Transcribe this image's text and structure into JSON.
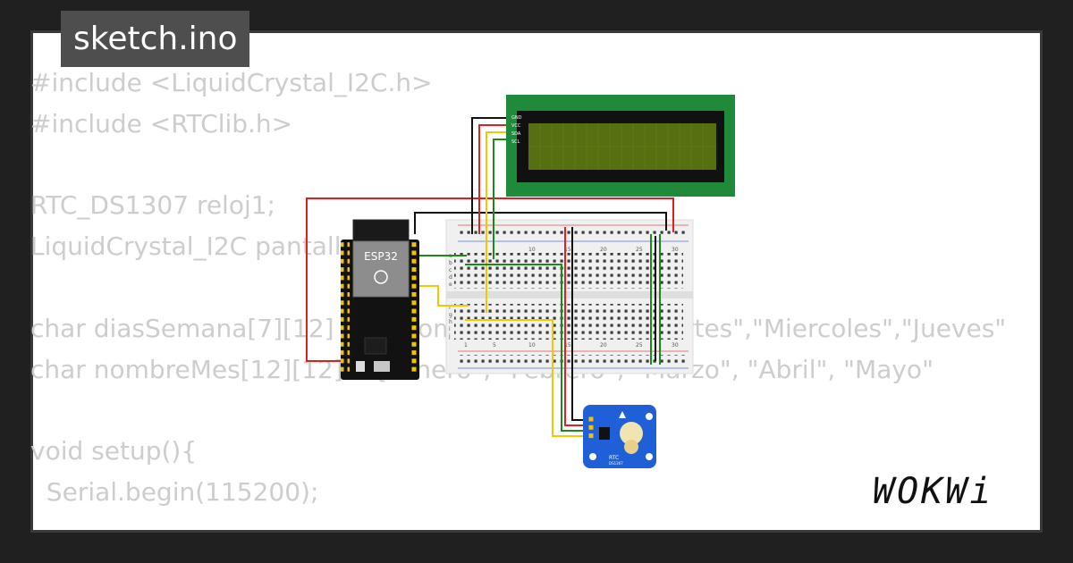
{
  "file_tab": {
    "label": "sketch.ino"
  },
  "code_lines": [
    "#include <LiquidCrystal_I2C.h>",
    "#include <RTClib.h>",
    "",
    "RTC_DS1307 reloj1;",
    "LiquidCrystal_I2C pantalla(0",
    "",
    "char diasSemana[7][12] = {\"Domingo\",\"Lunes\",\"Martes\",\"Miercoles\",\"Jueves\"",
    "char nombreMes[12][12]= {\"Enero\", \"Febrero\", \"Marzo\", \"Abril\", \"Mayo\"",
    "",
    "void setup(){",
    "  Serial.begin(115200);"
  ],
  "esp32": {
    "label": "ESP32"
  },
  "lcd": {
    "pins": [
      "GND",
      "VCC",
      "SDA",
      "SCL"
    ]
  },
  "breadboard": {
    "top_numbers": [
      "10",
      "15",
      "20",
      "25",
      "30"
    ],
    "bottom_numbers": [
      "1",
      "5",
      "10",
      "15",
      "20",
      "25",
      "30"
    ],
    "row_letters_top": [
      "a",
      "b",
      "c",
      "d",
      "e"
    ],
    "row_letters_bottom": [
      "f",
      "g",
      "h",
      "i",
      "j"
    ]
  },
  "rtc": {
    "label": "RTC",
    "model": "DS1307"
  },
  "brand": {
    "logo_text": "WOKWi"
  },
  "colors": {
    "background": "#202020",
    "card": "#ffffff",
    "tab": "#4e4e4e",
    "code_text": "#cdcdcd",
    "lcd_board": "#1f8a3a",
    "lcd_screen": "#566f10",
    "rtc_board": "#1f5fd8",
    "wire_red": "#e0201c",
    "wire_black": "#111111",
    "wire_yellow": "#f2c800",
    "wire_green": "#1a8a1a"
  }
}
